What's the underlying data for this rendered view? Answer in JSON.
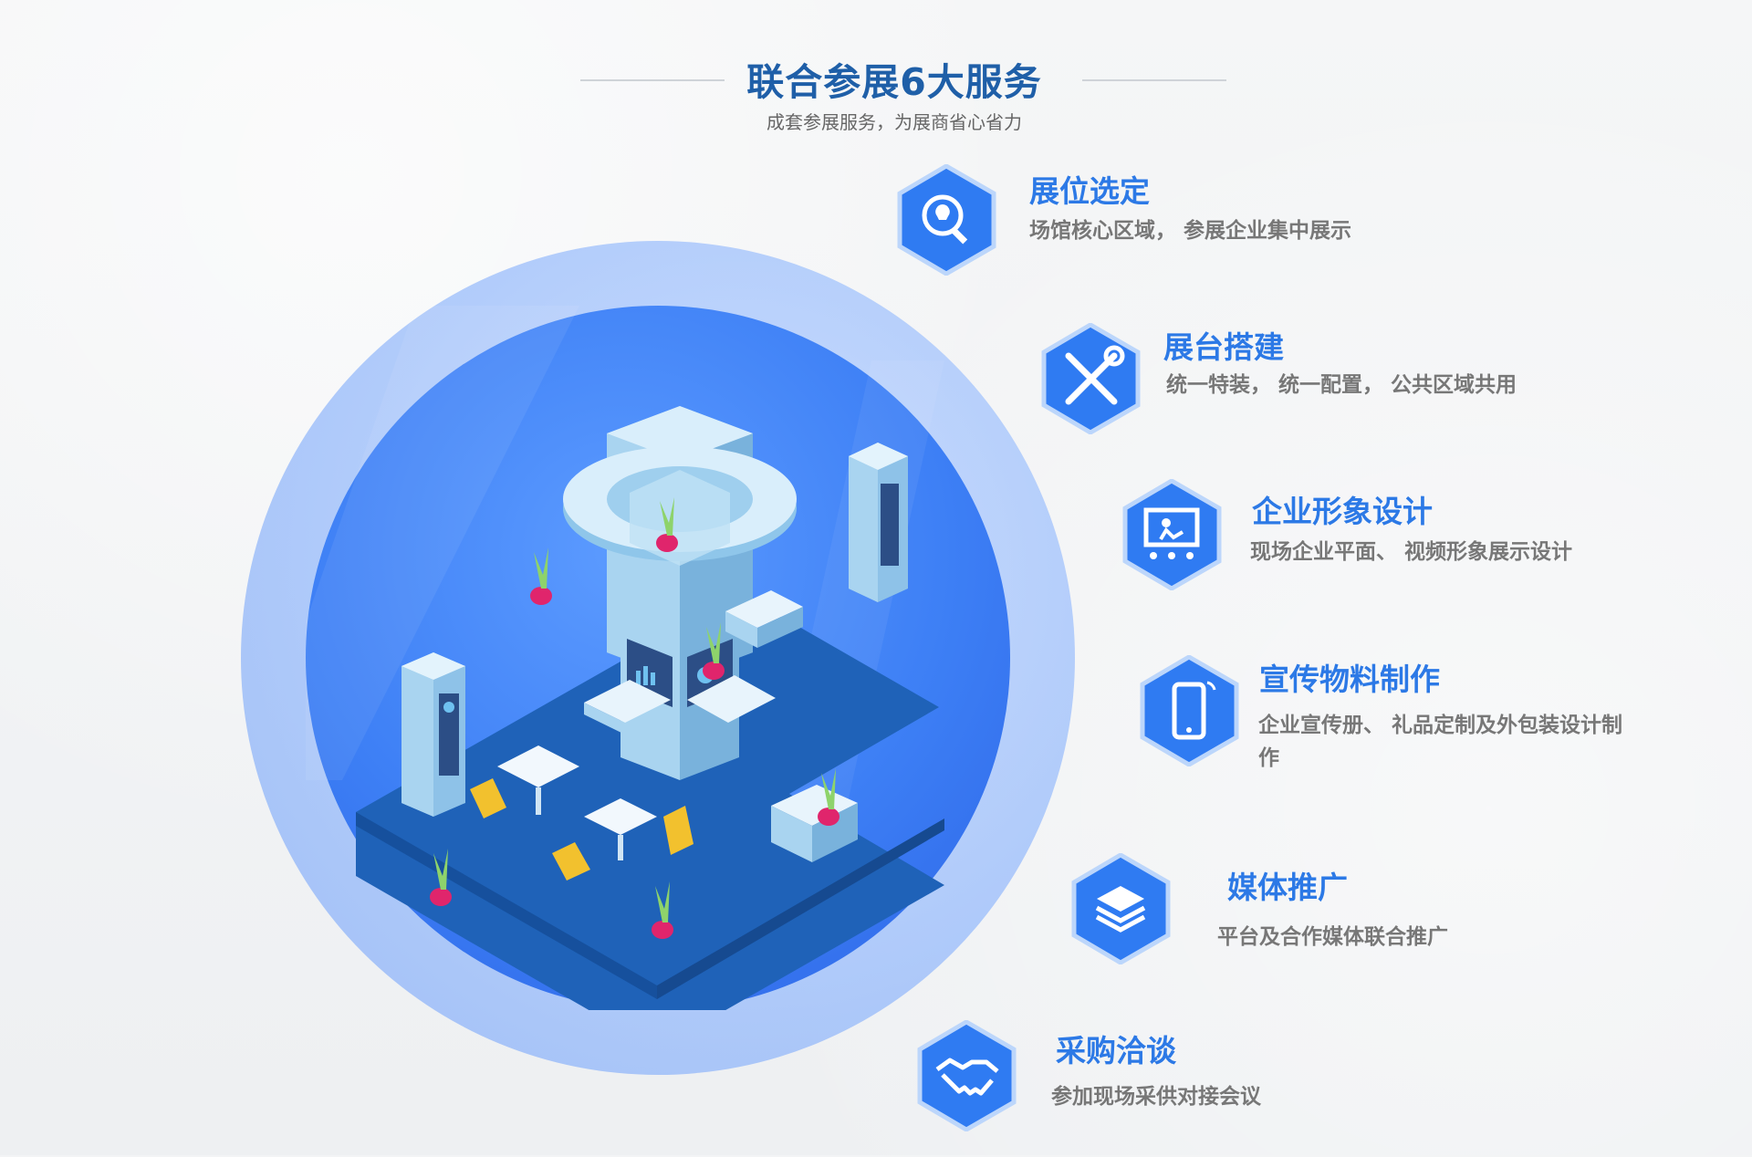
{
  "header": {
    "title": "联合参展6大服务",
    "subtitle": "成套参展服务，为展商省心省力"
  },
  "colors": {
    "title_blue": "#1f5fa8",
    "item_title_blue": "#2c79e6",
    "hex_blue": "#2f7bf2",
    "text_gray": "#777777"
  },
  "services": [
    {
      "icon": "bulb-search-icon",
      "title": "展位选定",
      "desc": "场馆核心区域， 参展企业集中展示"
    },
    {
      "icon": "tools-icon",
      "title": "展台搭建",
      "desc": "统一特装， 统一配置， 公共区域共用"
    },
    {
      "icon": "presentation-icon",
      "title": "企业形象设计",
      "desc": "现场企业平面、 视频形象展示设计"
    },
    {
      "icon": "mobile-phone-icon",
      "title": "宣传物料制作",
      "desc": "企业宣传册、 礼品定制及外包装设计制作"
    },
    {
      "icon": "layers-icon",
      "title": "媒体推广",
      "desc": "平台及合作媒体联合推广"
    },
    {
      "icon": "handshake-icon",
      "title": "采购洽谈",
      "desc": "参加现场采供对接会议"
    }
  ]
}
